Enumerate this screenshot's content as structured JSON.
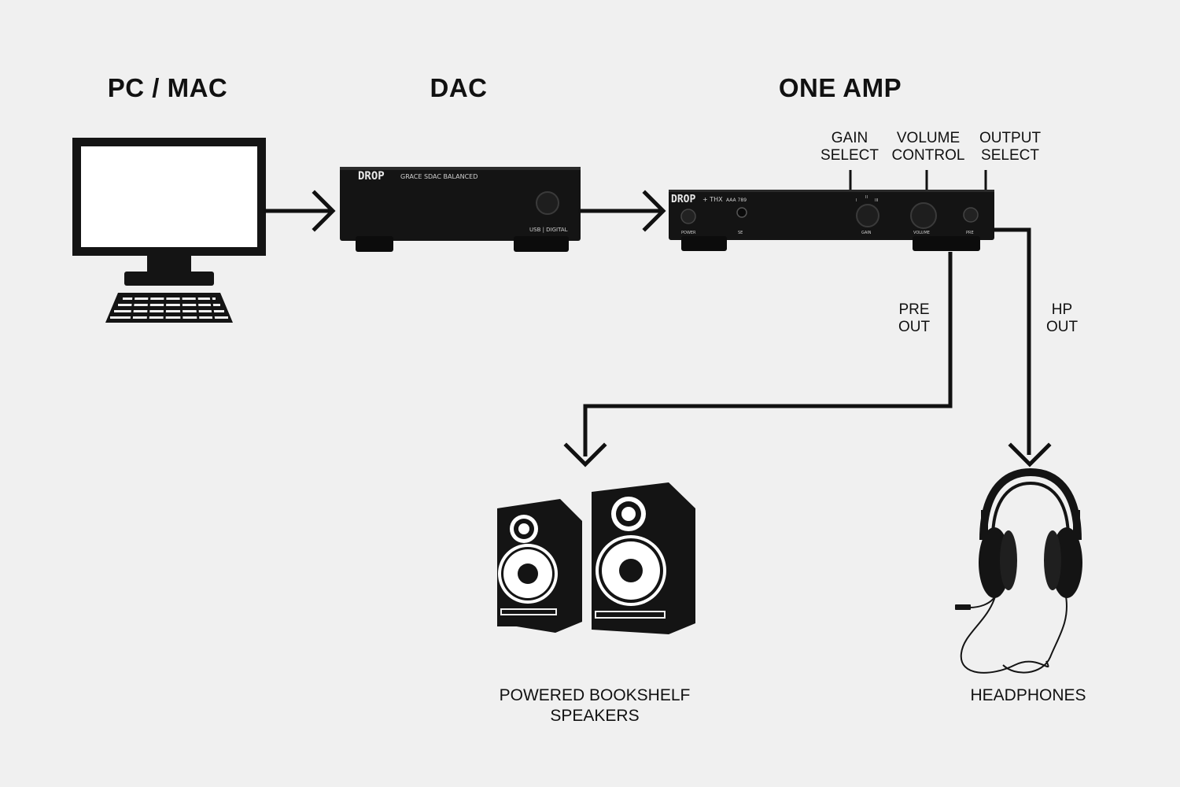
{
  "headings": {
    "pc": "PC / MAC",
    "dac": "DAC",
    "amp": "ONE AMP"
  },
  "controls": {
    "gain": "GAIN\nSELECT",
    "volume": "VOLUME\nCONTROL",
    "output": "OUTPUT\nSELECT"
  },
  "outputs": {
    "pre": "PRE\nOUT",
    "hp": "HP\nOUT"
  },
  "captions": {
    "speakers": "POWERED BOOKSHELF\nSPEAKERS",
    "headphones": "HEADPHONES"
  },
  "devices": {
    "dac": {
      "brand": "DROP",
      "model": "GRACE SDAC BALANCED",
      "inputs": "USB | DIGITAL"
    },
    "amp": {
      "brand": "DROP",
      "partner": "+ THX",
      "model": "AAA 789",
      "power": "POWER",
      "se": "SE",
      "gain": "GAIN",
      "volume": "VOLUME",
      "pre": "PRE",
      "gain_positions": [
        "I",
        "II",
        "III"
      ]
    }
  },
  "colors": {
    "background": "#f0f0f0",
    "device": "#141414",
    "line": "#111111",
    "screen": "#ffffff"
  }
}
